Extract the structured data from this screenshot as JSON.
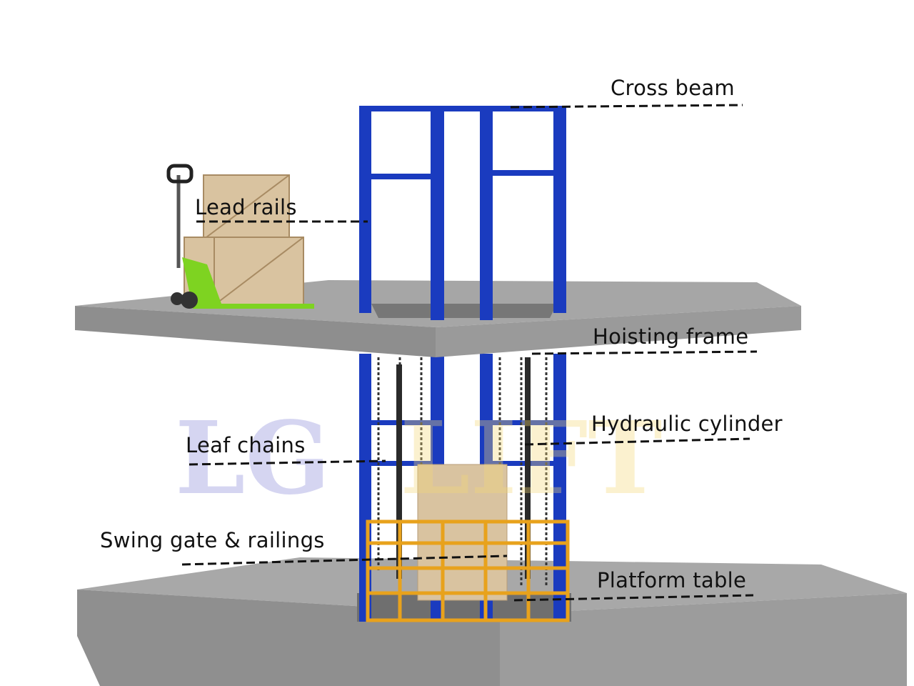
{
  "labels": {
    "cross_beam": "Cross beam",
    "lead_rails": "Lead rails",
    "hoisting_frame": "Hoisting frame",
    "hydraulic_cylinder": "Hydraulic cylinder",
    "leaf_chains": "Leaf chains",
    "swing_gate": "Swing gate & railings",
    "platform_table": "Platform table"
  },
  "watermark": "LGLIFT",
  "colors": {
    "frame_blue": "#1a3bbf",
    "cage_yellow": "#e8a21c",
    "slab_grey": "#9a9a9a",
    "crate": "#d9c3a0",
    "pallet_truck": "#7ed321"
  }
}
